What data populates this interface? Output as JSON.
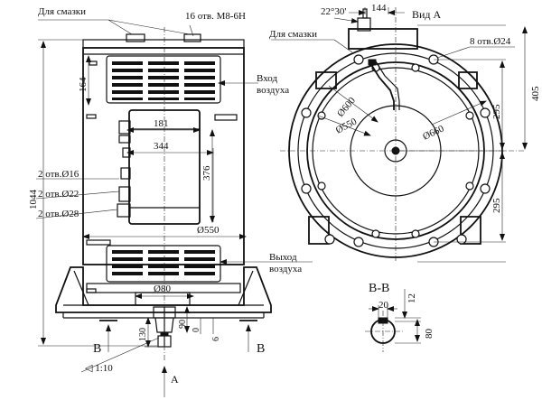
{
  "left_view": {
    "lubrication_label": "Для смазки",
    "holes_m8": "16 отв. М8-6Н",
    "air_in_line1": "Вход",
    "air_in_line2": "воздуха",
    "air_out_line1": "Выход",
    "air_out_line2": "воздуха",
    "dim_1044": "1044",
    "dim_164": "164",
    "dim_181": "181",
    "dim_344": "344",
    "dim_376": "376",
    "dim_550": "Ø550",
    "dim_80": "Ø80",
    "dim_130": "130",
    "dim_90": "90",
    "dim_0": "0",
    "dim_6": "6",
    "holes_16": "2 отв.Ø16",
    "holes_22": "2 отв.Ø22",
    "holes_28": "2 отв.Ø28",
    "section_b_left": "В",
    "section_b_right": "В",
    "taper": "◁ 1:10",
    "view_a_arrow": "А"
  },
  "right_view": {
    "angle": "22°30'",
    "dim_144": "144",
    "view_title": "Вид А",
    "lubrication_label": "Для смазки",
    "holes_24": "8 отв.Ø24",
    "dim_405": "405",
    "dim_295_top": "295",
    "dim_295_bottom": "295",
    "dim_600": "Ø600",
    "dim_550": "Ø550",
    "dim_660": "Ø660"
  },
  "section_bb": {
    "title": "В-В",
    "dim_20": "20",
    "dim_12": "12",
    "dim_80": "80"
  }
}
